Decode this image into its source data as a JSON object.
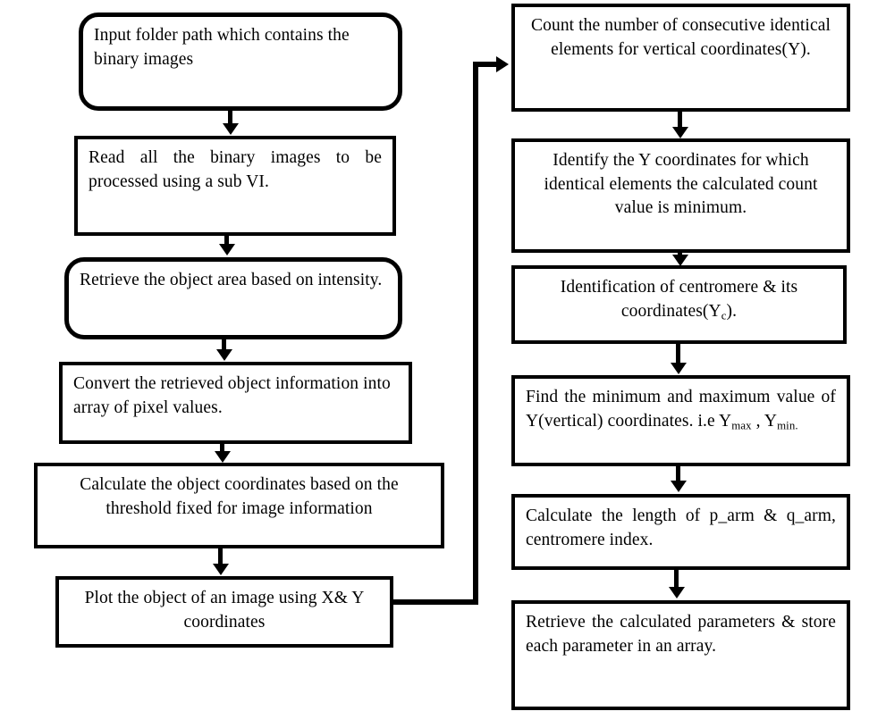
{
  "diagram": {
    "title": "Flowchart for chromosome centromere detection and parameter extraction",
    "colors": {
      "stroke": "#000000",
      "fill": "#ffffff",
      "text": "#000000"
    },
    "left_column": {
      "nodes": [
        {
          "id": "input-folder-path",
          "shape": "rounded-rect",
          "align": "left",
          "text": "Input folder path which contains the binary images"
        },
        {
          "id": "read-binary-images",
          "shape": "rect",
          "align": "justify",
          "text": "Read all the binary images to be processed using a sub VI."
        },
        {
          "id": "retrieve-object-area",
          "shape": "rounded-rect",
          "align": "justify",
          "text": "Retrieve the object area based on intensity."
        },
        {
          "id": "convert-to-pixel-array",
          "shape": "rect",
          "align": "left",
          "text": "Convert the retrieved object information into array of pixel values."
        },
        {
          "id": "calculate-object-coordinates",
          "shape": "rect",
          "align": "center",
          "text": "Calculate the object coordinates based on the threshold fixed for image information"
        },
        {
          "id": "plot-object",
          "shape": "rect",
          "align": "center",
          "text": "Plot the object of an image using  X& Y coordinates"
        }
      ]
    },
    "right_column": {
      "nodes": [
        {
          "id": "count-consecutive-elements",
          "shape": "rect",
          "align": "center",
          "text": "Count  the number of consecutive identical elements for vertical coordinates(Y)."
        },
        {
          "id": "identify-min-count-coordinates",
          "shape": "rect",
          "align": "center",
          "text": "Identify the Y coordinates for which identical elements the calculated count value is minimum."
        },
        {
          "id": "identify-centromere",
          "shape": "rect",
          "align": "center",
          "text_part1": "Identification of centromere & its coordinates(Y",
          "sub1": "c",
          "text_part2": ")."
        },
        {
          "id": "find-min-max-y",
          "shape": "rect",
          "align": "justify",
          "text_part1": "Find the minimum and maximum value of Y(vertical) coordinates. i.e Y",
          "sub1": "max",
          "text_part2": " , Y",
          "sub2": "min."
        },
        {
          "id": "calculate-arm-lengths",
          "shape": "rect",
          "align": "justify",
          "text": "Calculate the length of p_arm & q_arm, centromere index."
        },
        {
          "id": "retrieve-store-parameters",
          "shape": "rect",
          "align": "justify",
          "text": "Retrieve the calculated parameters & store each parameter in an array."
        }
      ]
    },
    "connectors": [
      {
        "id": "conn-1-2",
        "from": "input-folder-path",
        "to": "read-binary-images",
        "type": "down-arrow"
      },
      {
        "id": "conn-2-3",
        "from": "read-binary-images",
        "to": "retrieve-object-area",
        "type": "down-arrow"
      },
      {
        "id": "conn-3-4",
        "from": "retrieve-object-area",
        "to": "convert-to-pixel-array",
        "type": "down-arrow"
      },
      {
        "id": "conn-4-5",
        "from": "convert-to-pixel-array",
        "to": "calculate-object-coordinates",
        "type": "down-arrow"
      },
      {
        "id": "conn-5-6",
        "from": "calculate-object-coordinates",
        "to": "plot-object",
        "type": "down-arrow"
      },
      {
        "id": "conn-6-7",
        "from": "plot-object",
        "to": "count-consecutive-elements",
        "type": "right-up-right-arrow"
      },
      {
        "id": "conn-7-8",
        "from": "count-consecutive-elements",
        "to": "identify-min-count-coordinates",
        "type": "down-arrow"
      },
      {
        "id": "conn-8-9",
        "from": "identify-min-count-coordinates",
        "to": "identify-centromere",
        "type": "down-arrow"
      },
      {
        "id": "conn-9-10",
        "from": "identify-centromere",
        "to": "find-min-max-y",
        "type": "down-arrow"
      },
      {
        "id": "conn-10-11",
        "from": "find-min-max-y",
        "to": "calculate-arm-lengths",
        "type": "down-arrow"
      },
      {
        "id": "conn-11-12",
        "from": "calculate-arm-lengths",
        "to": "retrieve-store-parameters",
        "type": "down-arrow"
      }
    ]
  }
}
